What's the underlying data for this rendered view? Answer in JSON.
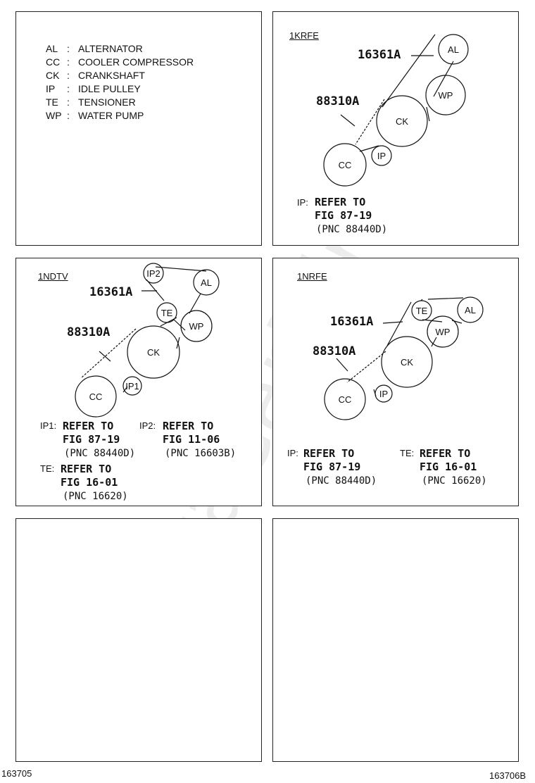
{
  "legend": [
    {
      "abbr": "AL",
      "desc": "ALTERNATOR"
    },
    {
      "abbr": "CC",
      "desc": "COOLER COMPRESSOR"
    },
    {
      "abbr": "CK",
      "desc": "CRANKSHAFT"
    },
    {
      "abbr": "IP",
      "desc": "IDLE PULLEY"
    },
    {
      "abbr": "TE",
      "desc": "TENSIONER"
    },
    {
      "abbr": "WP",
      "desc": "WATER PUMP"
    }
  ],
  "legend_colon": ":",
  "panels": {
    "p1krfe": {
      "engine": "1KRFE",
      "part_a": "16361A",
      "part_b": "88310A",
      "pulleys": {
        "al": "AL",
        "wp": "WP",
        "ck": "CK",
        "ip": "IP",
        "cc": "CC"
      },
      "notes": [
        {
          "key": "IP:",
          "line1": "REFER TO",
          "line2": "FIG 87-19",
          "pnc": "(PNC 88440D)"
        }
      ]
    },
    "p1ndtv": {
      "engine": "1NDTV",
      "part_a": "16361A",
      "part_b": "88310A",
      "pulleys": {
        "ip2": "IP2",
        "al": "AL",
        "te": "TE",
        "wp": "WP",
        "ck": "CK",
        "ip1": "IP1",
        "cc": "CC"
      },
      "notes": [
        {
          "key": "IP1:",
          "line1": "REFER TO",
          "line2": "FIG 87-19",
          "pnc": "(PNC 88440D)"
        },
        {
          "key": "IP2:",
          "line1": "REFER TO",
          "line2": "FIG 11-06",
          "pnc": "(PNC 16603B)"
        },
        {
          "key": "TE:",
          "line1": "REFER TO",
          "line2": "FIG 16-01",
          "pnc": "(PNC 16620)"
        }
      ]
    },
    "p1nrfe": {
      "engine": "1NRFE",
      "part_a": "16361A",
      "part_b": "88310A",
      "pulleys": {
        "te": "TE",
        "al": "AL",
        "wp": "WP",
        "ck": "CK",
        "ip": "IP",
        "cc": "CC"
      },
      "notes": [
        {
          "key": "IP:",
          "line1": "REFER TO",
          "line2": "FIG 87-19",
          "pnc": "(PNC 88440D)"
        },
        {
          "key": "TE:",
          "line1": "REFER TO",
          "line2": "FIG 16-01",
          "pnc": "(PNC 16620)"
        }
      ]
    }
  },
  "footer": {
    "left": "163705",
    "right": "163706B"
  },
  "watermark": "ToyotaCarMine.ru"
}
